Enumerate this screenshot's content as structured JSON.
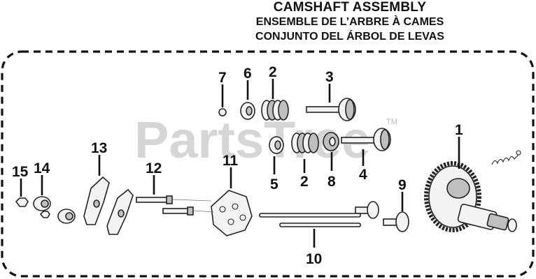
{
  "titles": {
    "en": "CAMSHAFT ASSEMBLY",
    "fr": "ENSEMBLE DE L’ARBRE À CAMES",
    "es": "CONJUNTO DEL ÁRBOL DE LEVAS"
  },
  "watermark": {
    "brand": "PartsTree",
    "trademark": "TM"
  },
  "callouts": {
    "c1": "1",
    "c2a": "2",
    "c2b": "2",
    "c3": "3",
    "c4": "4",
    "c5": "5",
    "c6": "6",
    "c7": "7",
    "c8": "8",
    "c9": "9",
    "c10": "10",
    "c11": "11",
    "c12": "12",
    "c13": "13",
    "c14": "14",
    "c15": "15"
  }
}
